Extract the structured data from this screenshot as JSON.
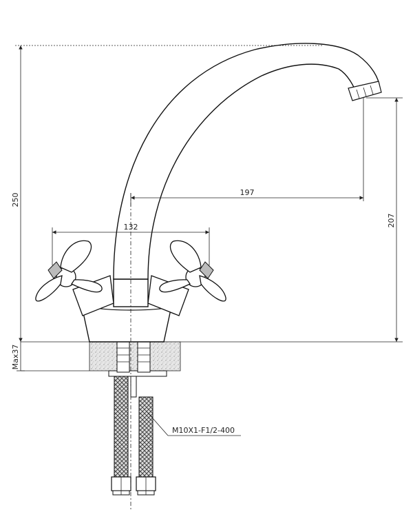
{
  "dimensions": {
    "total_height": "250",
    "spout_reach": "197",
    "spout_height": "207",
    "handle_span": "132",
    "max_mount": "Max37"
  },
  "labels": {
    "hose_spec": "M10X1-F1/2-400"
  }
}
